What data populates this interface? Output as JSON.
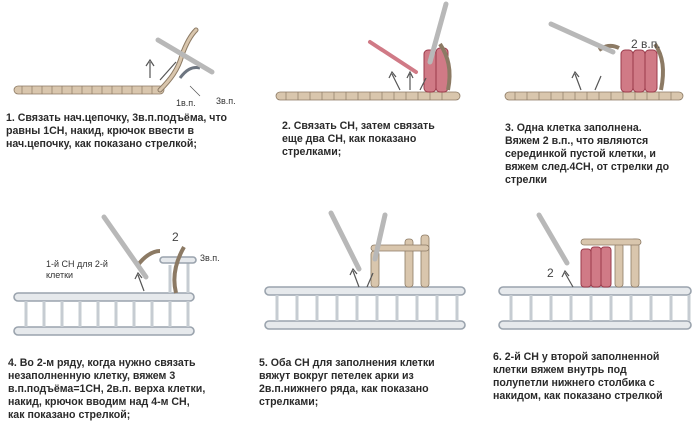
{
  "palette": {
    "chain": "#d9c6ad",
    "chain_stroke": "#8c7a64",
    "yarn_gray": "#c6ccd2",
    "yarn_stroke": "#6d7580",
    "pink": "#d07a86",
    "pink_dark": "#9a3b4b",
    "hook": "#b8b8b8",
    "arrow": "#555555",
    "text": "#2a2a2a"
  },
  "steps": [
    {
      "number": "1",
      "caption": "1. Связать нач.цепочку, 3в.п.подъёма, что\nравны 1СН, накид, крючок ввести в\nнач.цепочку, как показано стрелкой;",
      "labels": [
        "1в.п.",
        "3в.п."
      ]
    },
    {
      "number": "2",
      "caption": "2. Связать СН, затем связать\nеще два СН, как показано\nстрелками;",
      "labels": []
    },
    {
      "number": "3",
      "caption": "3. Одна клетка заполнена.\nВяжем 2 в.п., что являются\nсерединкой пустой клетки, и\nвяжем след.4СН, от стрелки до\nстрелки",
      "labels": [
        "2 в.п."
      ]
    },
    {
      "number": "4",
      "caption": "4.  Во 2-м ряду, когда нужно связать\nнезаполненную клетку, вяжем 3\nв.п.подъёма=1СН, 2в.п. верха клетки,\n накид, крючок вводим над 4-м СН,\n как показано стрелкой;",
      "labels": [
        "1-й СН для 2-й",
        "клетки",
        "2",
        "3в.п."
      ]
    },
    {
      "number": "5",
      "caption": "5. Оба СН для заполнения клетки\nвяжут вокруг петелек арки из\n2в.п.нижнего ряда, как показано\nстрелками;",
      "labels": []
    },
    {
      "number": "6",
      "caption": "6. 2-й СН у второй заполненной\nклетки вяжем внутрь под\nполупетли нижнего столбика с\nнакидом, как показано стрелкой",
      "labels": [
        "2"
      ]
    }
  ]
}
